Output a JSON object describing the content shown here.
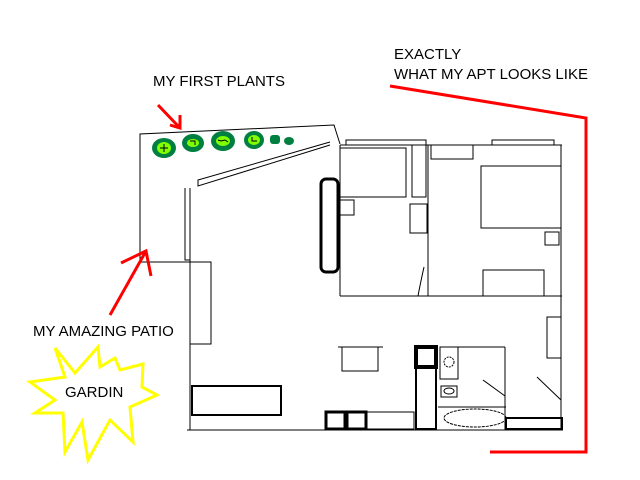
{
  "labels": {
    "plants": "MY FIRST PLANTS",
    "apt_line1": "EXACTLY",
    "apt_line2": "WHAT MY APT LOOKS LIKE",
    "patio": "MY AMAZING PATIO",
    "gardin": "GARDIN"
  },
  "colors": {
    "ink": "#000000",
    "annotation": "#ff0000",
    "starburst": "#ffff00",
    "plant_dark": "#008040",
    "plant_light": "#80ff00"
  }
}
